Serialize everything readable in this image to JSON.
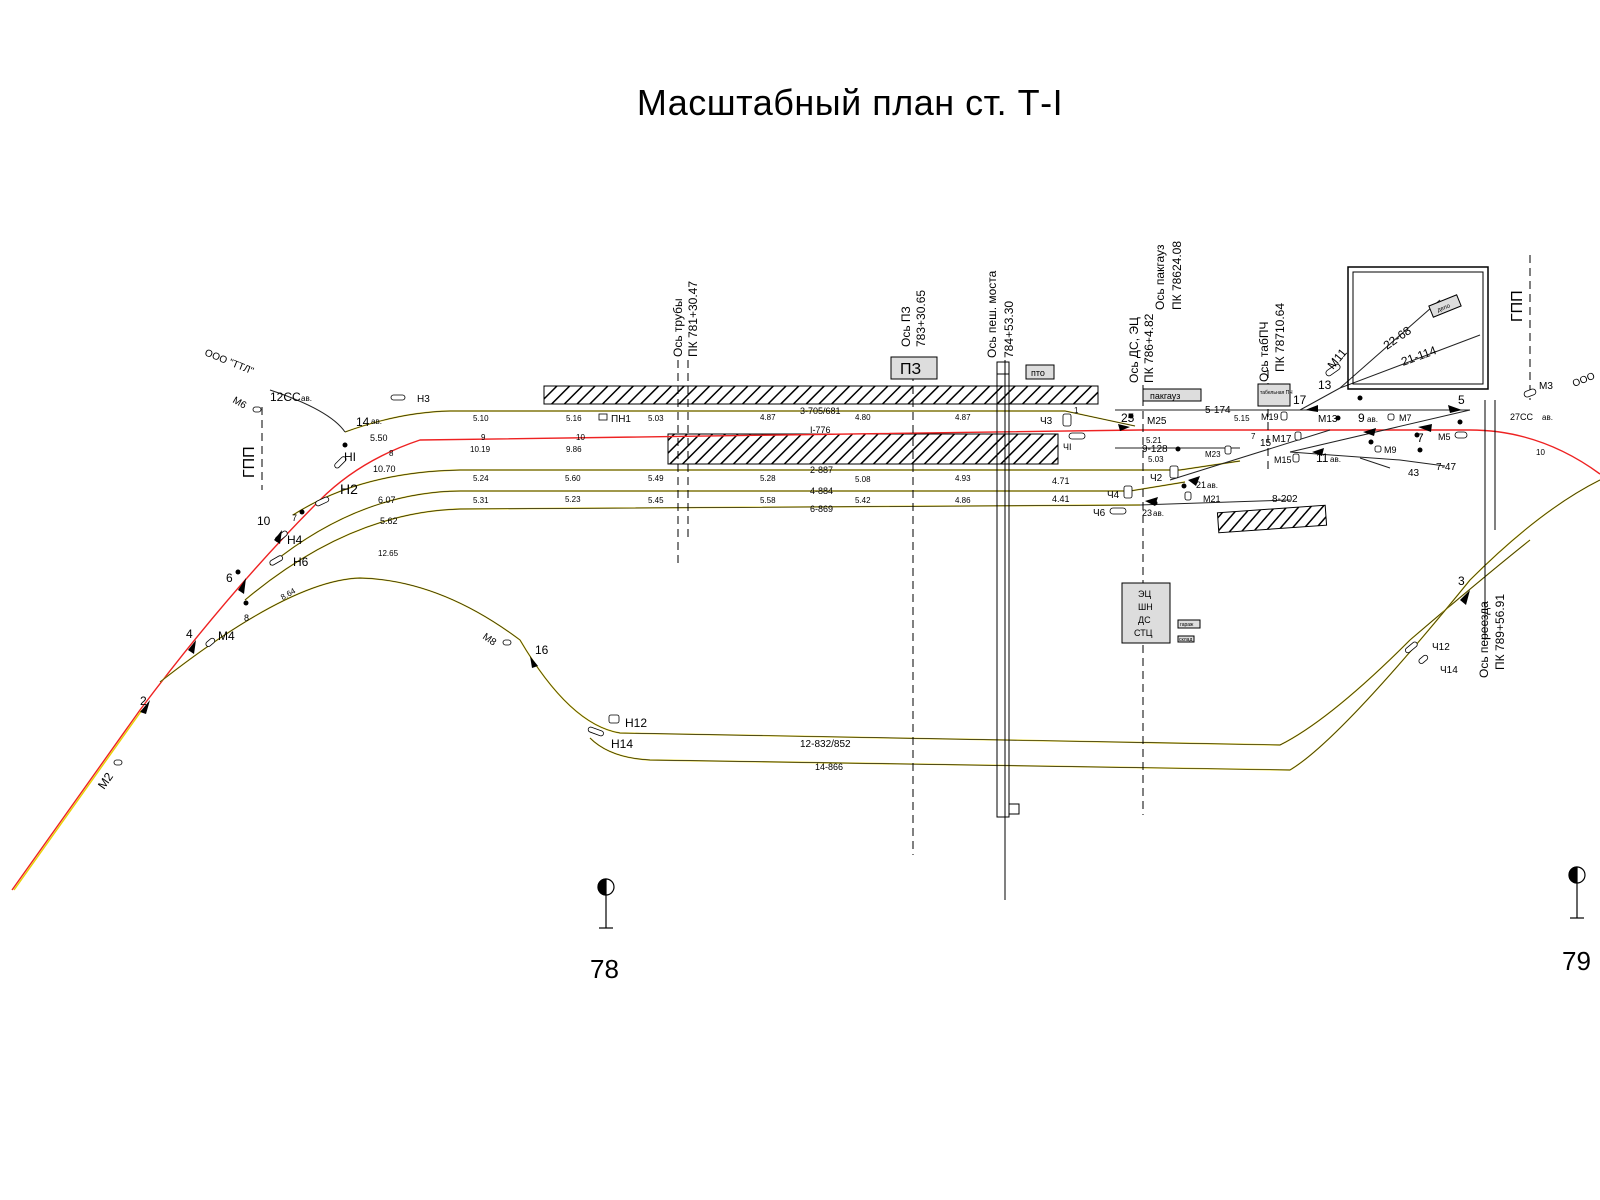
{
  "title": "Масштабный план ст. Т-I",
  "axes": {
    "pipe_label": "Ось трубы",
    "pipe_pk": "ПК 781+30.47",
    "pz_label": "Ось ПЗ",
    "pz_pk": "783+30.65",
    "bridge_label": "Ось пеш. моста",
    "bridge_pk": "784+53.30",
    "ds_label": "Ось ДС, ЭЦ",
    "ds_pk": "ПК 786+4.82",
    "warehouse_label": "Ось пакгауз",
    "warehouse_pk": "ПК 78624.08",
    "tabpch_label": "Ось табПЧ",
    "tabpch_pk": "ПК 78710.64",
    "crossing_label": "Ось переезда",
    "crossing_pk": "ПК 789+56.91"
  },
  "buildings": {
    "pz": "ПЗ",
    "pto": "пто",
    "warehouse": "пакгауз",
    "tab": "табельная ПЧ",
    "ec_lines": [
      "ЭЦ",
      "ШН",
      "ДС",
      "СТЦ"
    ],
    "garage": "гараж",
    "small": "склад",
    "depot": "депо"
  },
  "gpp_left": "ГПП",
  "gpp_right": "ГПП",
  "companies": {
    "left": "ООО \"ТТЛ\"",
    "right": "ООО"
  },
  "tracks": {
    "t3": "3-705/681",
    "t1": "I-776",
    "t2": "2-887",
    "t4": "4-884",
    "t6": "6-869",
    "t12": "12-832/852",
    "t14": "14-866",
    "t5": "5-174",
    "t9": "9-128",
    "t7": "7-47",
    "t8": "8-202",
    "t22": "22-68",
    "t21": "21-114"
  },
  "signals": {
    "n3": "Н3",
    "n1": "НI",
    "n2": "Н2",
    "n4": "Н4",
    "n6": "Н6",
    "m4": "М4",
    "m6": "М6",
    "m2": "М2",
    "m8": "М8",
    "n12": "Н12",
    "n14": "Н14",
    "pn1": "ПН1",
    "ch3": "Ч3",
    "ch1": "ЧI",
    "ch2": "Ч2",
    "ch4": "Ч4",
    "ch6": "Ч6",
    "m25": "М25",
    "m23": "М23",
    "m21": "М21",
    "m19": "М19",
    "m17": "М17",
    "m15": "М15",
    "m13": "М13",
    "m11": "М11",
    "m9": "М9",
    "m7": "М7",
    "m5": "М5",
    "m3": "М3",
    "ch12": "Ч12",
    "ch14": "Ч14"
  },
  "switches": {
    "s12cc": "12СС",
    "s14": "14",
    "s10": "10",
    "s7": "7",
    "s6": "6",
    "s4": "4",
    "s2": "2",
    "s8": "8",
    "s16": "16",
    "s25": "25",
    "s21": "21",
    "s23": "23",
    "s15": "15",
    "s17": "17",
    "s13": "13",
    "s11": "11",
    "s9": "9",
    "s7r": "7",
    "s5": "5",
    "s27cc": "27СС",
    "s3": "3",
    "s43": "43",
    "s1": "1"
  },
  "av": "ав.",
  "dist": {
    "d510": "5.10",
    "d516": "5.16",
    "d503": "5.03",
    "d487a": "4.87",
    "d480": "4.80",
    "d487b": "4.87",
    "d550": "5.50",
    "d9": "9",
    "d10": "10",
    "d1019": "10.19",
    "d986": "9.86",
    "d8": "8",
    "d1070": "10.70",
    "d524": "5.24",
    "d560": "5.60",
    "d549": "5.49",
    "d528": "5.28",
    "d508": "5.08",
    "d493": "4.93",
    "d471": "4.71",
    "d607": "6.07",
    "d531": "5.31",
    "d523": "5.23",
    "d545": "5.45",
    "d558": "5.58",
    "d542": "5.42",
    "d486": "4.86",
    "d441": "4.41",
    "d562": "5.62",
    "d1265": "12.65",
    "d864": "8.64",
    "d515": "5.15",
    "d521": "5.21",
    "d503b": "5.03",
    "d7": "7",
    "d10r": "10"
  },
  "pickets": {
    "left": "78",
    "right": "79"
  }
}
